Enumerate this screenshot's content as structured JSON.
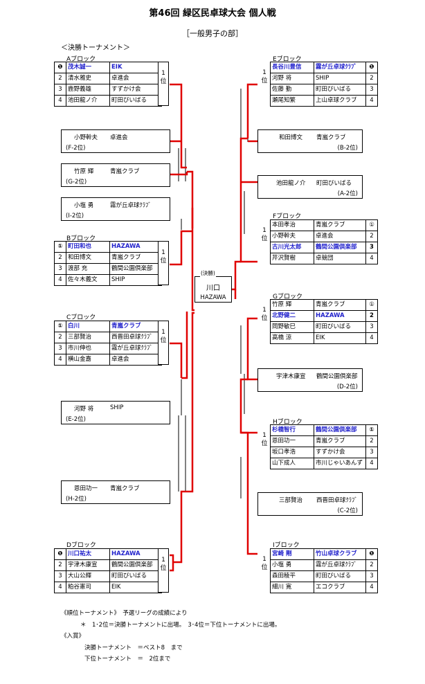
{
  "title": "第46回 緑区民卓球大会 個人戦",
  "category": "［一般男子の部］",
  "final_tournament_label": "＜決勝トーナメント＞",
  "rank_one_label": "1\n位",
  "blocks": {
    "A": {
      "label": "Aブロック",
      "rows": [
        {
          "rank": "❶",
          "name": "茂木誠一",
          "club": "EIK",
          "win": true
        },
        {
          "rank": "2",
          "name": "清水雅史",
          "club": "卓進会",
          "win": false
        },
        {
          "rank": "3",
          "name": "鹿野義雄",
          "club": "すずかけ会",
          "win": false
        },
        {
          "rank": "4",
          "name": "池田龍ノ介",
          "club": "町田びいばる",
          "win": false
        }
      ]
    },
    "B": {
      "label": "Bブロック",
      "rows": [
        {
          "rank": "①",
          "name": "町田和也",
          "club": "HAZAWA",
          "win": true
        },
        {
          "rank": "2",
          "name": "和田博文",
          "club": "青嵐クラブ",
          "win": false
        },
        {
          "rank": "3",
          "name": "渡部 充",
          "club": "鶴間公園倶楽部",
          "win": false
        },
        {
          "rank": "4",
          "name": "佐々木義文",
          "club": "SHIP",
          "win": false
        }
      ]
    },
    "C": {
      "label": "Cブロック",
      "rows": [
        {
          "rank": "①",
          "name": "白川",
          "club": "青嵐クラブ",
          "win": true
        },
        {
          "rank": "2",
          "name": "三部賢治",
          "club": "西晋田卓球ｸﾗﾌﾞ",
          "win": false
        },
        {
          "rank": "3",
          "name": "市川伸也",
          "club": "霧が丘卓球ｸﾗﾌﾞ",
          "win": false
        },
        {
          "rank": "4",
          "name": "横山金嘉",
          "club": "卓進会",
          "win": false
        }
      ]
    },
    "D": {
      "label": "Dブロック",
      "rows": [
        {
          "rank": "❶",
          "name": "川口祐太",
          "club": "HAZAWA",
          "win": true
        },
        {
          "rank": "2",
          "name": "宇津木康宣",
          "club": "鶴間公園倶楽部",
          "win": false
        },
        {
          "rank": "3",
          "name": "大山公輝",
          "club": "町田びいばる",
          "win": false
        },
        {
          "rank": "4",
          "name": "粕谷憲司",
          "club": "EIK",
          "win": false
        }
      ]
    },
    "E": {
      "label": "Eブロック",
      "rows": [
        {
          "rank": "❶",
          "name": "長谷川豊信",
          "club": "霧が丘卓球ｸﾗﾌﾞ",
          "win": true
        },
        {
          "rank": "2",
          "name": "河野 将",
          "club": "SHIP",
          "win": false
        },
        {
          "rank": "3",
          "name": "佐藤 勤",
          "club": "町田びいばる",
          "win": false
        },
        {
          "rank": "4",
          "name": "瀬尾知繁",
          "club": "上山卓球クラブ",
          "win": false
        }
      ]
    },
    "F": {
      "label": "Fブロック",
      "rows": [
        {
          "rank": "①",
          "name": "本田孝治",
          "club": "青嵐クラブ",
          "win": false
        },
        {
          "rank": "2",
          "name": "小野幹夫",
          "club": "卓進会",
          "win": false
        },
        {
          "rank": "3",
          "name": "古川光太郎",
          "club": "鶴間公園倶楽部",
          "win": true
        },
        {
          "rank": "4",
          "name": "芹沢賢樹",
          "club": "卓競団",
          "win": false
        }
      ]
    },
    "G": {
      "label": "Gブロック",
      "rows": [
        {
          "rank": "①",
          "name": "竹原 輝",
          "club": "青嵐クラブ",
          "win": false
        },
        {
          "rank": "2",
          "name": "北野健二",
          "club": "HAZAWA",
          "win": true
        },
        {
          "rank": "3",
          "name": "岡野敏巳",
          "club": "町田びいばる",
          "win": false
        },
        {
          "rank": "4",
          "name": "高橋 涼",
          "club": "EIK",
          "win": false
        }
      ]
    },
    "H": {
      "label": "Hブロック",
      "rows": [
        {
          "rank": "①",
          "name": "杉橋智行",
          "club": "鶴間公園倶楽部",
          "win": true
        },
        {
          "rank": "2",
          "name": "恩田功一",
          "club": "青嵐クラブ",
          "win": false
        },
        {
          "rank": "3",
          "name": "坂口孝浩",
          "club": "すずかけ会",
          "win": false
        },
        {
          "rank": "4",
          "name": "山下成人",
          "club": "市川じゃいあんず",
          "win": false
        }
      ]
    },
    "I": {
      "label": "Iブロック",
      "rows": [
        {
          "rank": "❶",
          "name": "宮崎 剛",
          "club": "竹山卓球クラブ",
          "win": true
        },
        {
          "rank": "2",
          "name": "小塩 勇",
          "club": "霧が丘卓球ｸﾗﾌﾞ",
          "win": false
        },
        {
          "rank": "3",
          "name": "森田稜平",
          "club": "町田びいばる",
          "win": false
        },
        {
          "rank": "4",
          "name": "細川 寛",
          "club": "エコクラブ",
          "win": false
        }
      ]
    }
  },
  "seconds": {
    "F2": {
      "name": "小野幹夫",
      "club": "卓進会",
      "note": "(F-2位)"
    },
    "G2": {
      "name": "竹原 輝",
      "club": "青嵐クラブ",
      "note": "(G-2位)"
    },
    "I2": {
      "name": "小塩 勇",
      "club": "霧が丘卓球ｸﾗﾌﾞ",
      "note": "(I-2位)"
    },
    "E2": {
      "name": "河野 将",
      "club": "SHIP",
      "note": "(E-2位)"
    },
    "H2": {
      "name": "恩田功一",
      "club": "青嵐クラブ",
      "note": "(H-2位)"
    },
    "B2": {
      "name": "和田博文",
      "club": "青嵐クラブ",
      "note": "(B-2位)"
    },
    "A2": {
      "name": "池田龍ノ介",
      "club": "町田びいばる",
      "note": "(A-2位)"
    },
    "D2": {
      "name": "宇津木康宣",
      "club": "鶴間公園倶楽部",
      "note": "(D-2位)"
    },
    "C2": {
      "name": "三部賢治",
      "club": "西晋田卓球ｸﾗﾌﾞ",
      "note": "(C-2位)"
    }
  },
  "final": {
    "label": "(決勝)",
    "winner": "川口",
    "club": "HAZAWA"
  },
  "notes": {
    "line1": "《順位トーナメント》　予選リーグの成績により",
    "line2": "＊　1･2位＝決勝トーナメントに出場。　3･4位＝下位トーナメントに出場。",
    "line3": "《入賞》",
    "line4": "決勝トーナメント　＝ベスト8　まで",
    "line5": "下位トーナメント　＝　2位まで"
  },
  "colors": {
    "bracket": "#e00000",
    "highlight": "#2222cc"
  }
}
